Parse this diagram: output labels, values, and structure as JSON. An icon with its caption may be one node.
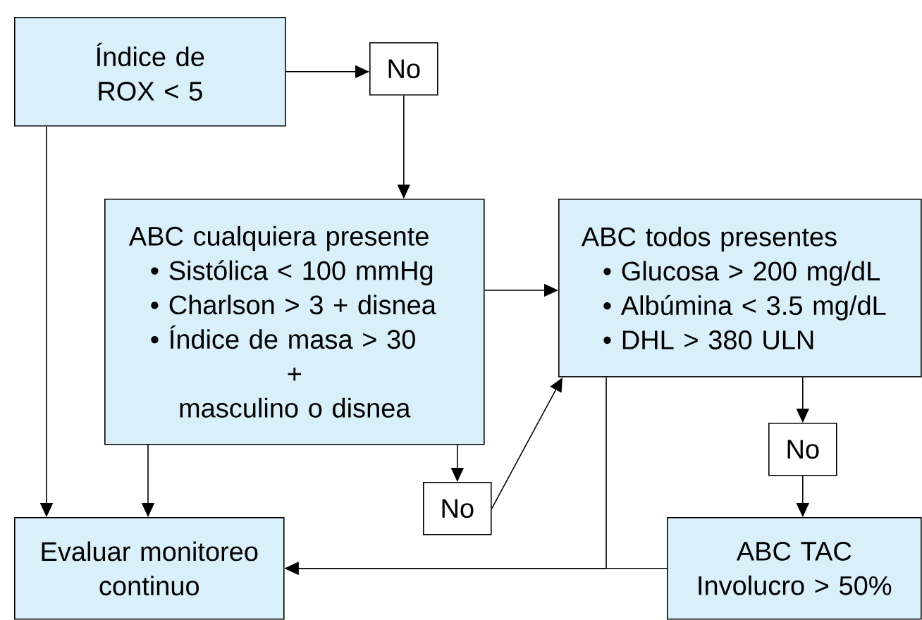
{
  "diagram": {
    "nodes": [
      {
        "text": [
          "Índice de ROX < 5"
        ]
      },
      {
        "text": [
          "No"
        ]
      },
      {
        "text": [
          "ABC cualquiera presente",
          "• Sistólica < 100 mmHg",
          "• Charlson > 3 + disnea",
          "• Índice de masa > 30",
          "+",
          "masculino o disnea"
        ]
      },
      {
        "text": [
          "ABC todos presentes",
          "• Glucosa > 200 mg/dL",
          "• Albúmina < 3.5 mg/dL",
          "• DHL > 380 ULN"
        ]
      },
      {
        "text": [
          "No"
        ]
      },
      {
        "text": [
          "No"
        ]
      },
      {
        "text": [
          "Evaluar monitoreo continuo"
        ]
      },
      {
        "text": [
          "ABC TAC Involucro > 50%"
        ]
      }
    ],
    "edges": [
      {
        "from": 0,
        "to": 1,
        "arrow": "to"
      },
      {
        "from": 1,
        "to": 2,
        "arrow": "to"
      },
      {
        "from": 0,
        "to": 6,
        "arrow": "to"
      },
      {
        "from": 2,
        "to": 6,
        "arrow": "to"
      },
      {
        "from": 2,
        "to": 4,
        "arrow": "to"
      },
      {
        "from": 4,
        "to": 3,
        "arrow": "to"
      },
      {
        "from": 2,
        "to": 3,
        "arrow": "to"
      },
      {
        "from": 3,
        "to": 5,
        "arrow": "to"
      },
      {
        "from": 5,
        "to": 7,
        "arrow": "to"
      },
      {
        "from": 7,
        "to": 6,
        "arrow": "to"
      },
      {
        "from": 3,
        "to": 6,
        "arrow": "to"
      }
    ]
  }
}
